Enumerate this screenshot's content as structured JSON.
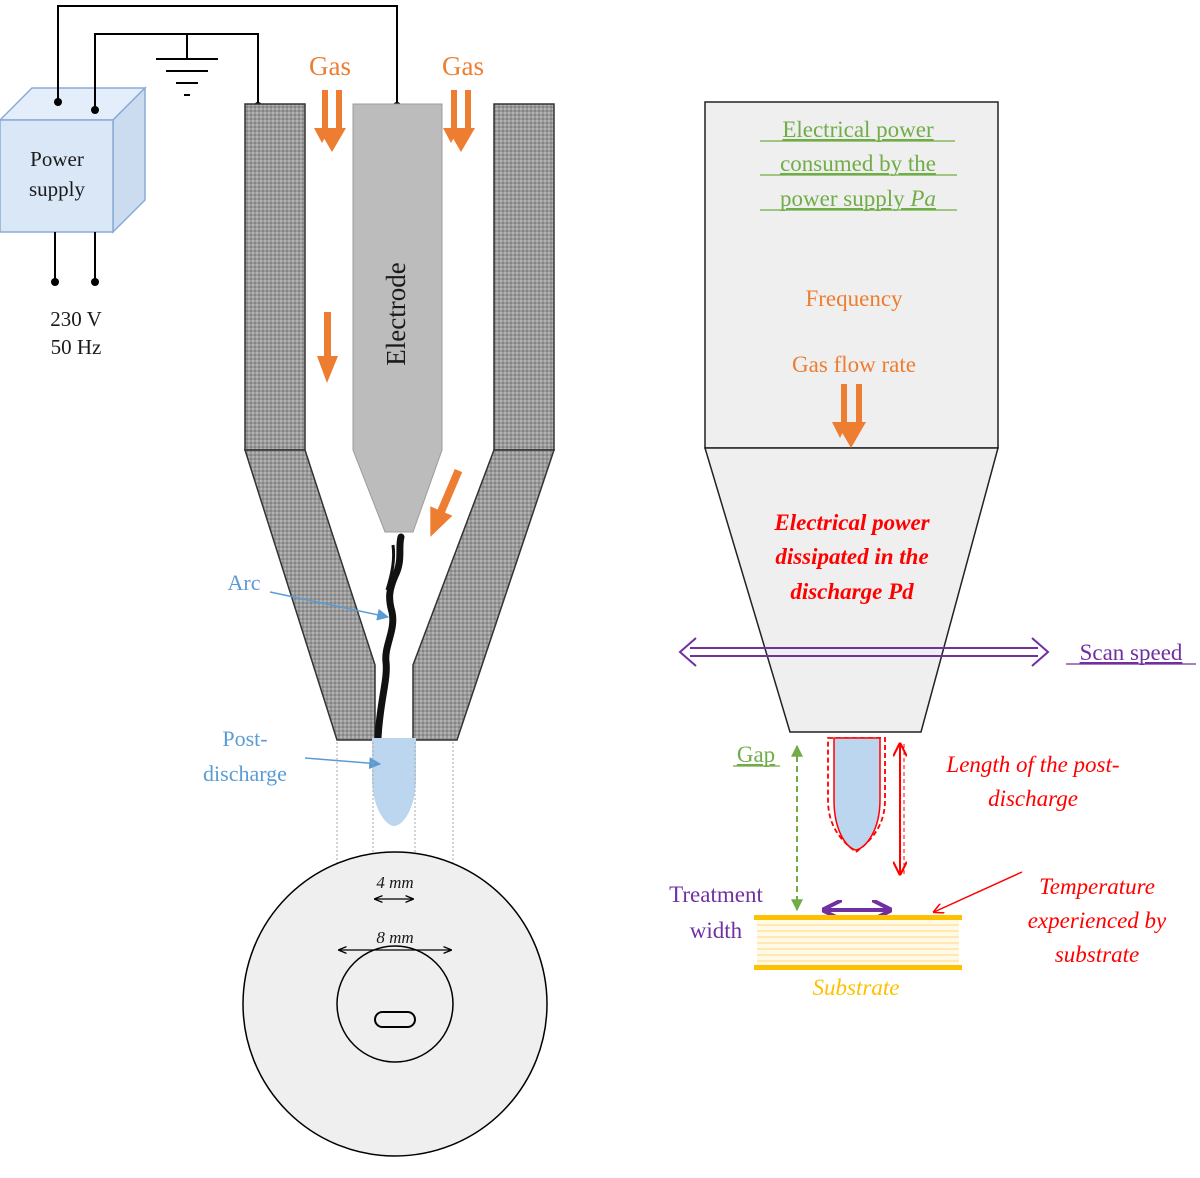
{
  "left": {
    "power_supply": [
      "Power",
      "supply"
    ],
    "mains": [
      "230 V",
      "50 Hz"
    ],
    "gas_left": "Gas",
    "gas_right": "Gas",
    "electrode": "Electrode",
    "arc": "Arc",
    "post_discharge": [
      "Post-",
      "discharge"
    ],
    "dim_inner": "4 mm",
    "dim_outer": "8 mm"
  },
  "right": {
    "electrical_power_supply": [
      "Electrical power",
      "consumed by the",
      "power supply ",
      "Pa"
    ],
    "frequency": "Frequency",
    "gas_flow_rate": "Gas flow rate",
    "dissipated_power": [
      "Electrical power",
      "dissipated in the",
      "discharge Pd"
    ],
    "scan_speed": "Scan speed",
    "gap": "Gap",
    "post_discharge_length": [
      "Length of the post-",
      "discharge"
    ],
    "treatment_width": [
      "Treatment",
      "width"
    ],
    "temperature": [
      "Temperature",
      "experienced by",
      "substrate"
    ],
    "substrate": "Substrate"
  },
  "colors": {
    "orange": "#ED7D31",
    "blue": "#5B9BD5",
    "green": "#70AD47",
    "red": "#FF0000",
    "purple": "#7030A0",
    "gold": "#FFC000",
    "gray": "#C0C0C0",
    "light_gray": "#EFEFEF"
  }
}
